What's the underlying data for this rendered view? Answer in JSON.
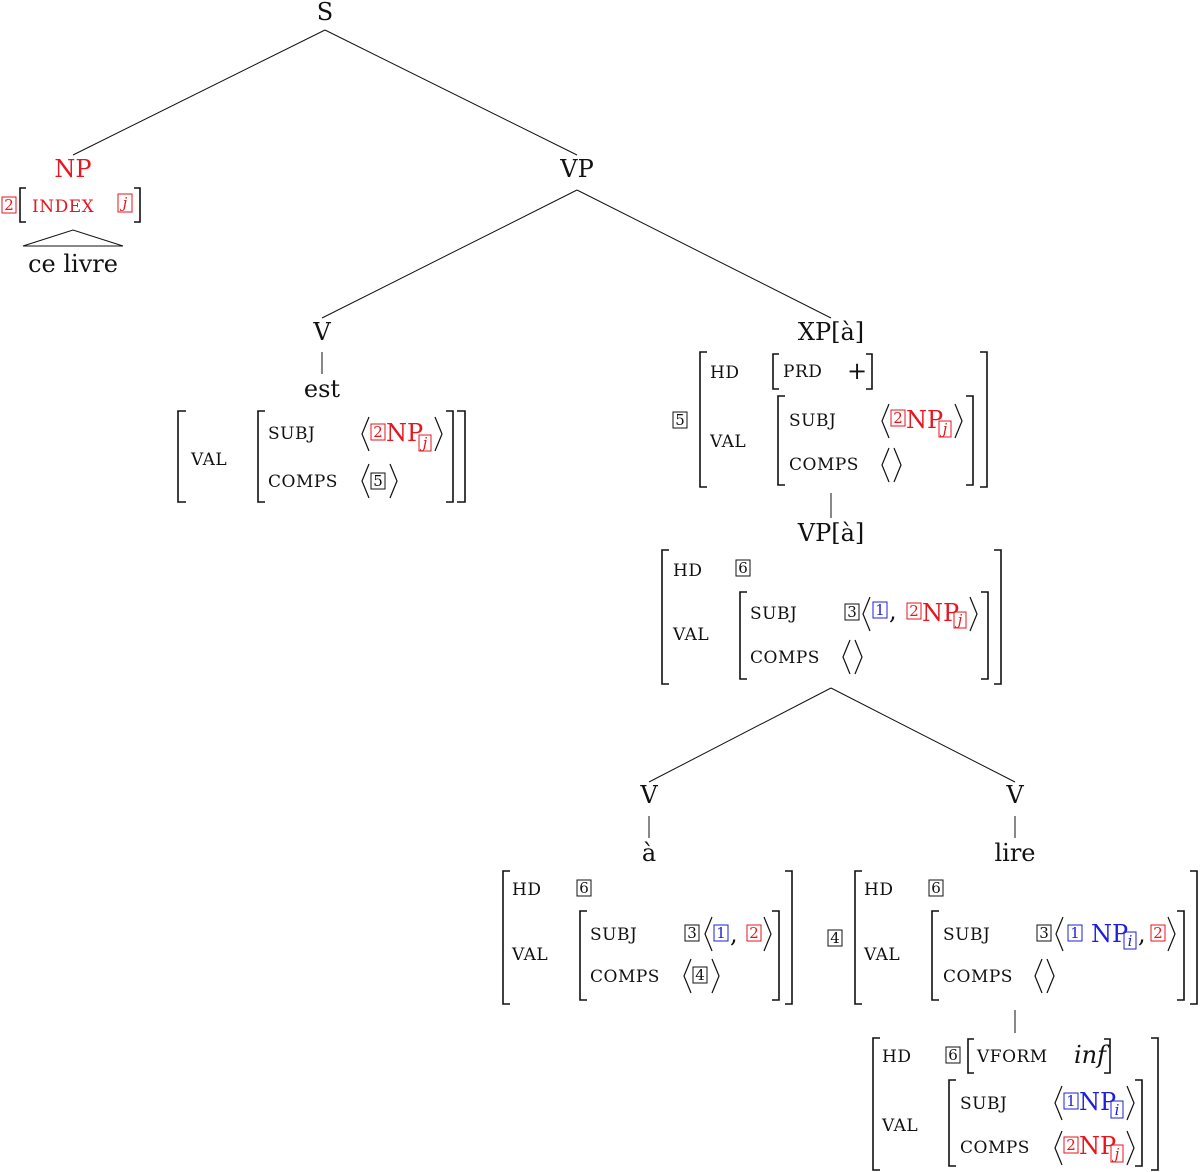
{
  "colors": {
    "red": "#e8141e",
    "blue": "#1f1fd8",
    "black": "#111111"
  },
  "tree": {
    "s": "S",
    "np": "NP",
    "np_index_attr": "INDEX",
    "np_tag": "2",
    "np_index_value": "j",
    "np_words": "ce livre",
    "vp": "VP",
    "v_est": "V",
    "word_est": "est",
    "xp": "XP[à]",
    "vp_a": "VP[à]",
    "v_a": "V",
    "word_a": "à",
    "v_lire": "V",
    "word_lire": "lire"
  },
  "attrs": {
    "val": "VAL",
    "subj": "SUBJ",
    "comps": "COMPS",
    "hd": "HD",
    "prd": "PRD",
    "vform": "VFORM"
  },
  "values": {
    "plus": "+",
    "inf": "inf",
    "np": "NP",
    "comma": ",",
    "idx_j": "j",
    "idx_i": "i"
  },
  "tags": {
    "t1": "1",
    "t2": "2",
    "t3": "3",
    "t4": "4",
    "t5": "5",
    "t6": "6"
  }
}
